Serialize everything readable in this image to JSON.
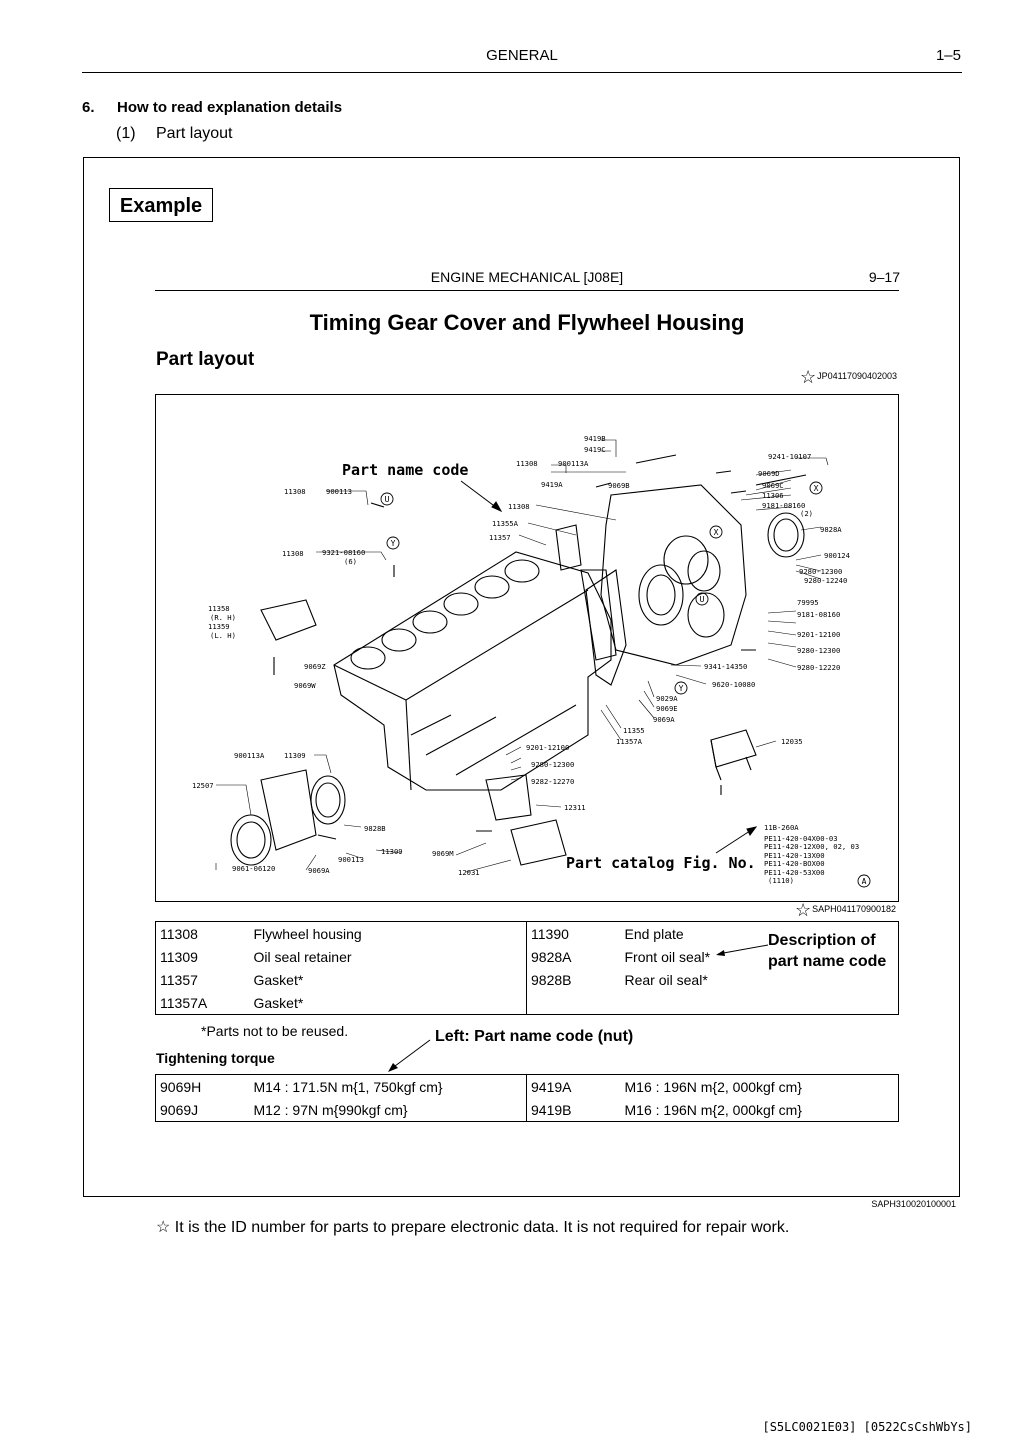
{
  "header": {
    "title": "GENERAL",
    "page": "1–5"
  },
  "section": {
    "number": "6.",
    "title": "How to read explanation details"
  },
  "subsection": {
    "number": "(1)",
    "title": "Part layout"
  },
  "example": {
    "label": "Example",
    "inner_header": {
      "title": "ENGINE MECHANICAL [J08E]",
      "page": "9–17"
    },
    "main_title": "Timing Gear Cover and Flywheel Housing",
    "part_layout_title": "Part layout",
    "layout_id": "JP04117090402003",
    "diagram": {
      "callouts": {
        "part_name_code": "Part name code",
        "part_catalog_fig": "Part catalog Fig. No."
      },
      "labels": [
        "9419B",
        "9419C",
        "11308",
        "900113A",
        "9241-10107",
        "9419A",
        "9069B",
        "9069D",
        "9069C",
        "11306",
        "9181-08160",
        "(2)",
        "11308",
        "900113",
        "11308",
        "11355A",
        "9828A",
        "11357",
        "900124",
        "11308",
        "9321-08160",
        "(6)",
        "9280-12300",
        "9280-12240",
        "11358",
        "(R. H)",
        "11359",
        "(L. H)",
        "79995",
        "9181-08160",
        "9201-12100",
        "9280-12300",
        "9280-12220",
        "9069Z",
        "9069W",
        "9341-14350",
        "9620-10080",
        "9029A",
        "9069E",
        "9069A",
        "11355",
        "11357A",
        "900113A",
        "11309",
        "9201-12100",
        "9280-12300",
        "9282-12270",
        "12035",
        "12507",
        "12311",
        "9828B",
        "11309",
        "900113",
        "9069M",
        "9061-06120",
        "9069A",
        "12031",
        "11B-260A",
        "PE11-420-04X00-03",
        "PE11-420-12X00, 02, 03",
        "PE11-420-13X00",
        "PE11-420-BOX00",
        "PE11-420-53X00",
        "(1110)"
      ],
      "markers": [
        "U",
        "Y",
        "X",
        "X",
        "U",
        "Y",
        "A"
      ]
    },
    "diagram_id": "SAPH041170900182",
    "parts_table": [
      {
        "code1": "11308",
        "name1": "Flywheel housing",
        "code2": "11390",
        "name2": "End plate"
      },
      {
        "code1": "11309",
        "name1": "Oil seal retainer",
        "code2": "9828A",
        "name2": "Front oil seal*"
      },
      {
        "code1": "11357",
        "name1": "Gasket*",
        "code2": "9828B",
        "name2": "Rear oil seal*"
      },
      {
        "code1": "11357A",
        "name1": "Gasket*",
        "code2": "",
        "name2": ""
      }
    ],
    "description_callout": [
      "Description of",
      "part name code"
    ],
    "note": "*Parts not to be reused.",
    "left_callout": "Left: Part name code (nut)",
    "torque_title": "Tightening torque",
    "torque_table": [
      {
        "code1": "9069H",
        "value1": "M14 :  171.5N m{1, 750kgf cm}",
        "code2": "9419A",
        "value2": "M16 :  196N m{2, 000kgf cm}"
      },
      {
        "code1": "9069J",
        "value1": "M12 :  97N m{990kgf cm}",
        "code2": "9419B",
        "value2": "M16 :  196N m{2, 000kgf cm}"
      }
    ],
    "frame_id": "SAPH310020100001"
  },
  "footnote": "☆ It is the ID number for parts to prepare electronic data. It is not required for repair work.",
  "doc_code": "[S5LC0021E03] [0522CsCshWbYs]"
}
